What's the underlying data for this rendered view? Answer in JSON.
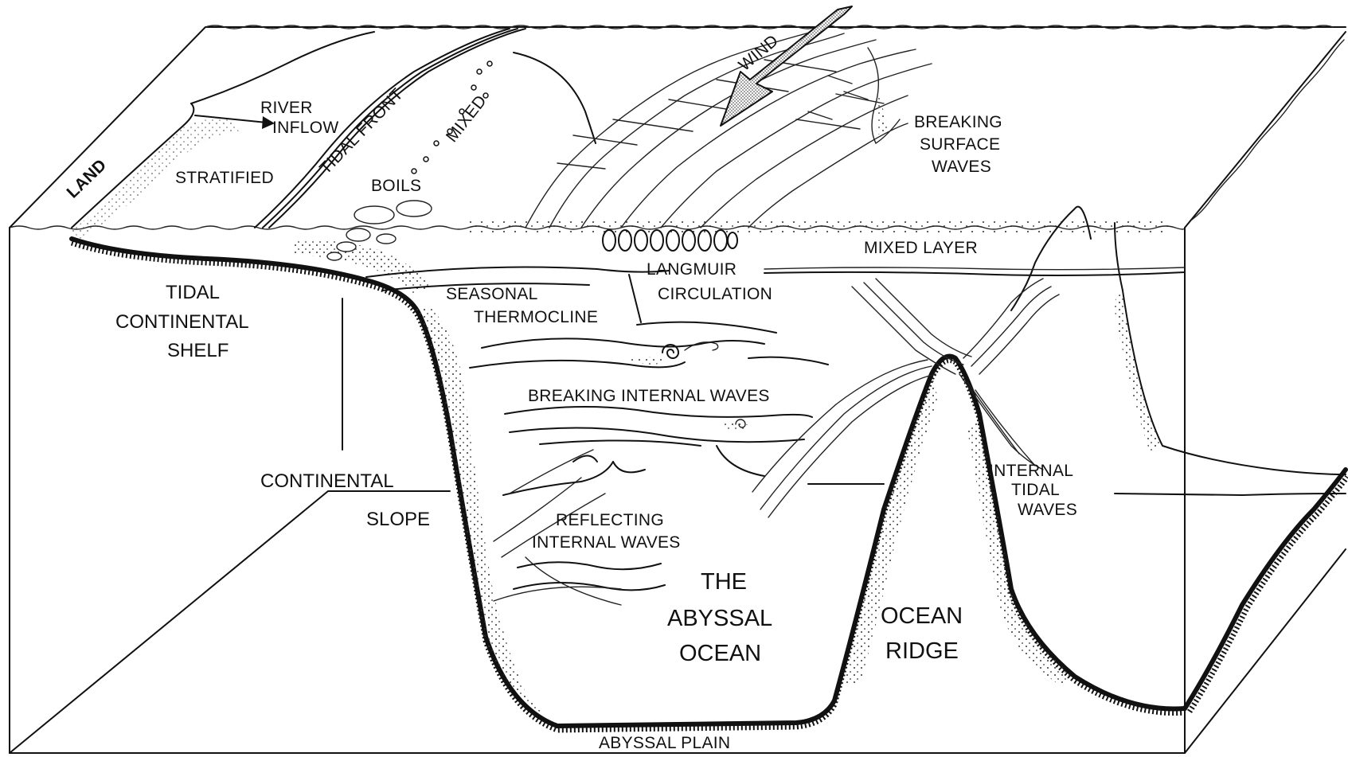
{
  "labels": {
    "land": "LAND",
    "river_inflow_1": "RIVER",
    "river_inflow_2": "INFLOW",
    "stratified": "STRATIFIED",
    "tidal_front": "TIDAL FRONT",
    "mixed": "MIXED",
    "boils": "BOILS",
    "wind": "WIND",
    "breaking_surface_waves_1": "BREAKING",
    "breaking_surface_waves_2": "SURFACE",
    "breaking_surface_waves_3": "WAVES",
    "mixed_layer": "MIXED LAYER",
    "langmuir_1": "LANGMUIR",
    "langmuir_2": "CIRCULATION",
    "seasonal_1": "SEASONAL",
    "seasonal_2": "THERMOCLINE",
    "tidal_shelf_1": "TIDAL",
    "tidal_shelf_2": "CONTINENTAL",
    "tidal_shelf_3": "SHELF",
    "breaking_internal_waves": "BREAKING INTERNAL WAVES",
    "continental_slope_1": "CONTINENTAL",
    "continental_slope_2": "SLOPE",
    "reflecting_1": "REFLECTING",
    "reflecting_2": "INTERNAL WAVES",
    "internal_tidal_1": "INTERNAL",
    "internal_tidal_2": "TIDAL",
    "internal_tidal_3": "WAVES",
    "abyssal_1": "THE",
    "abyssal_2": "ABYSSAL",
    "abyssal_3": "OCEAN",
    "ocean_ridge_1": "OCEAN",
    "ocean_ridge_2": "RIDGE",
    "abyssal_plain": "ABYSSAL PLAIN"
  }
}
